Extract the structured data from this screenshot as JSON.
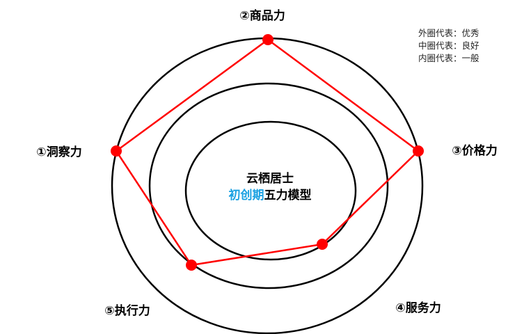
{
  "diagram": {
    "title_line1": "云栖居士",
    "title_line2_highlight": "初创期",
    "title_line2_rest": "五力模型",
    "highlight_color": "#1BA1E2",
    "line_color": "#FF0000",
    "axes": [
      {
        "label": "①洞察力"
      },
      {
        "label": "②商品力"
      },
      {
        "label": "③价格力"
      },
      {
        "label": "④服务力"
      },
      {
        "label": "⑤执行力"
      }
    ],
    "ratings_ring": {
      "①洞察力": "外圈",
      "②商品力": "外圈",
      "③价格力": "外圈",
      "④服务力": "内圈",
      "⑤执行力": "中圈"
    },
    "legend": [
      "外圈代表：优秀",
      "中圈代表：良好",
      "内圈代表：一般"
    ]
  }
}
